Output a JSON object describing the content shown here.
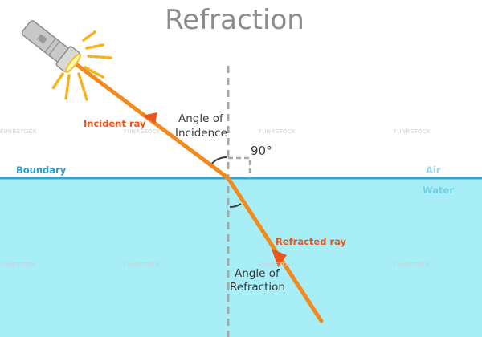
{
  "title": "Refraction",
  "labels": {
    "incident_ray": "Incident ray",
    "refracted_ray": "Refracted ray",
    "angle_of_incidence_1": "Angle of",
    "angle_of_incidence_2": "Incidence",
    "angle_of_refraction_1": "Angle of",
    "angle_of_refraction_2": "Refraction",
    "right_angle": "90°",
    "boundary": "Boundary",
    "air": "Air",
    "water": "Water"
  },
  "watermark": "FUNRSTOCK",
  "colors": {
    "ray": "#f28a1e",
    "arrow": "#e8561c",
    "water": "#a8eef7",
    "boundary": "#2aa9d6",
    "normal": "#a8a8a8",
    "flashlight": "#c8c8c8"
  },
  "icons": [
    "flashlight-icon",
    "light-burst-icon"
  ]
}
